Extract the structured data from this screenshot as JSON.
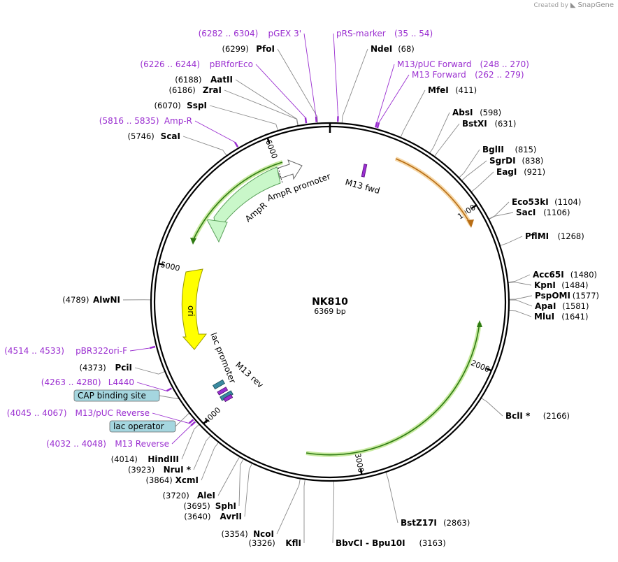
{
  "credit": {
    "prefix": "Created by",
    "brand": "SnapGene"
  },
  "plasmid": {
    "name": "NK810",
    "size_label": "6369 bp",
    "length": 6369
  },
  "ticks": [
    {
      "bp": 1000,
      "label": "1000"
    },
    {
      "bp": 2000,
      "label": "2000"
    },
    {
      "bp": 3000,
      "label": "3000"
    },
    {
      "bp": 4000,
      "label": "4000"
    },
    {
      "bp": 5000,
      "label": "5000"
    },
    {
      "bp": 6000,
      "label": "6000"
    }
  ],
  "sites": [
    {
      "name": "NdeI",
      "pos": "(68)",
      "bp": 68
    },
    {
      "name": "MfeI",
      "pos": "(411)",
      "bp": 411
    },
    {
      "name": "AbsI",
      "pos": "(598)",
      "bp": 598
    },
    {
      "name": "BstXI",
      "pos": "(631)",
      "bp": 631
    },
    {
      "name": "BglII",
      "pos": "(815)",
      "bp": 815
    },
    {
      "name": "SgrDI",
      "pos": "(838)",
      "bp": 838
    },
    {
      "name": "EagI",
      "pos": "(921)",
      "bp": 921
    },
    {
      "name": "Eco53kI",
      "pos": "(1104)",
      "bp": 1104
    },
    {
      "name": "SacI",
      "pos": "(1106)",
      "bp": 1106
    },
    {
      "name": "PflMI",
      "pos": "(1268)",
      "bp": 1268
    },
    {
      "name": "Acc65I",
      "pos": "(1480)",
      "bp": 1480
    },
    {
      "name": "KpnI",
      "pos": "(1484)",
      "bp": 1484
    },
    {
      "name": "PspOMI",
      "pos": "(1577)",
      "bp": 1577
    },
    {
      "name": "ApaI",
      "pos": "(1581)",
      "bp": 1581
    },
    {
      "name": "MluI",
      "pos": "(1641)",
      "bp": 1641
    },
    {
      "name": "BclI *",
      "pos": "(2166)",
      "bp": 2166
    },
    {
      "name": "BstZ17I",
      "pos": "(2863)",
      "bp": 2863
    },
    {
      "name": "BbvCI  - Bpu10I",
      "pos": "(3163)",
      "bp": 3163
    },
    {
      "name": "KflI",
      "pos": "(3326)",
      "bp": 3326
    },
    {
      "name": "NcoI",
      "pos": "(3354)",
      "bp": 3354
    },
    {
      "name": "AvrII",
      "pos": "(3640)",
      "bp": 3640
    },
    {
      "name": "SphI",
      "pos": "(3695)",
      "bp": 3695
    },
    {
      "name": "AleI",
      "pos": "(3720)",
      "bp": 3720
    },
    {
      "name": "XcmI",
      "pos": "(3864)",
      "bp": 3864
    },
    {
      "name": "NruI *",
      "pos": "(3923)",
      "bp": 3923
    },
    {
      "name": "HindIII",
      "pos": "(4014)",
      "bp": 4014
    },
    {
      "name": "PciI",
      "pos": "(4373)",
      "bp": 4373
    },
    {
      "name": "AlwNI",
      "pos": "(4789)",
      "bp": 4789
    },
    {
      "name": "ScaI",
      "pos": "(5746)",
      "bp": 5746
    },
    {
      "name": "SspI",
      "pos": "(6070)",
      "bp": 6070
    },
    {
      "name": "ZraI",
      "pos": "(6186)",
      "bp": 6186
    },
    {
      "name": "AatII",
      "pos": "(6188)",
      "bp": 6188
    },
    {
      "name": "PfoI",
      "pos": "(6299)",
      "bp": 6299
    }
  ],
  "primers": [
    {
      "name": "pRS-marker",
      "range": "(35 .. 54)",
      "bp": 44
    },
    {
      "name": "M13/pUC Forward",
      "range": "(248 .. 270)",
      "bp": 259
    },
    {
      "name": "M13 Forward",
      "range": "(262 .. 279)",
      "bp": 270
    },
    {
      "name": "pGEX 3'",
      "range": "(6282 .. 6304)",
      "bp": 6293
    },
    {
      "name": "pBRforEco",
      "range": "(6226 .. 6244)",
      "bp": 6235
    },
    {
      "name": "Amp-R",
      "range": "(5816 .. 5835)",
      "bp": 5825
    },
    {
      "name": "pBR322ori-F",
      "range": "(4514 .. 4533)",
      "bp": 4523
    },
    {
      "name": "L4440",
      "range": "(4263 .. 4280)",
      "bp": 4271
    },
    {
      "name": "M13/pUC Reverse",
      "range": "(4045 .. 4067)",
      "bp": 4056
    },
    {
      "name": "M13 Reverse",
      "range": "(4032 .. 4048)",
      "bp": 4040
    }
  ],
  "boxed_features": [
    {
      "name": "CAP binding site",
      "bp": 4195
    },
    {
      "name": "lac operator",
      "bp": 4100
    }
  ],
  "features": {
    "ampr": "AmpR",
    "ampr_promoter": "AmpR promoter",
    "ori": "ori",
    "lac_promoter": "lac promoter",
    "m13_rev": "M13 rev",
    "m13_fwd": "M13 fwd"
  },
  "colors": {
    "primer": "#9a2ed0",
    "ampr_fill": "#c9f7c9",
    "ori_fill": "#ffff00",
    "orange_arc": "#e39a32",
    "green_arc": "#7cc04a",
    "cap_box": "#a5d6df"
  }
}
